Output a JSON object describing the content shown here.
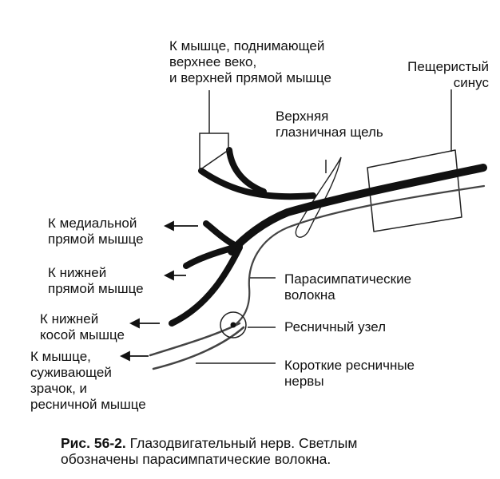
{
  "labels": {
    "levator": [
      "К мышце, поднимающей",
      "верхнее веко,",
      "и верхней прямой мышце"
    ],
    "cavernous": [
      "Пещеристый",
      "синус"
    ],
    "fissure": [
      "Верхняя",
      "глазничная щель"
    ],
    "medial_rectus": [
      "К медиальной",
      "прямой мышце"
    ],
    "inferior_rectus": [
      "К нижней",
      "прямой мышце"
    ],
    "inferior_oblique": [
      "К нижней",
      "косой мышце"
    ],
    "sphincter": [
      "К мышце,",
      "суживающей",
      "зрачок, и",
      "ресничной мышце"
    ],
    "parasympathetic": [
      "Парасимпатические",
      "волокна"
    ],
    "ciliary_ganglion": [
      "Ресничный узел"
    ],
    "short_ciliary": [
      "Короткие ресничные",
      "нервы"
    ]
  },
  "caption": {
    "prefix": "Рис. 56-2.",
    "line1": " Глазодвигательный нерв. Светлым",
    "line2": "обозначены парасимпатические волокна."
  }
}
